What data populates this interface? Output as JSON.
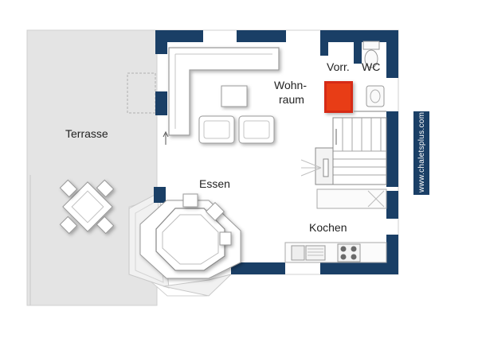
{
  "rooms": {
    "terrasse": "Terrasse",
    "wohn_line1": "Wohn-",
    "wohn_line2": "raum",
    "vorr": "Vorr.",
    "wc": "WC",
    "essen": "Essen",
    "kochen": "Kochen"
  },
  "watermark": {
    "url": "www.chaletsplus.com"
  },
  "colors": {
    "wall": "#1a3f66",
    "floor": "#ffffff",
    "terrace": "#e4e4e4",
    "stove": "#d62a12",
    "furniture_stroke": "#9a9a9a"
  },
  "icons": [
    "sofa-icon",
    "armchair-icon",
    "table-icon",
    "chair-icon",
    "stove-icon",
    "toilet-icon",
    "sink-icon",
    "hob-icon",
    "staircase-icon",
    "lamp-icon"
  ]
}
